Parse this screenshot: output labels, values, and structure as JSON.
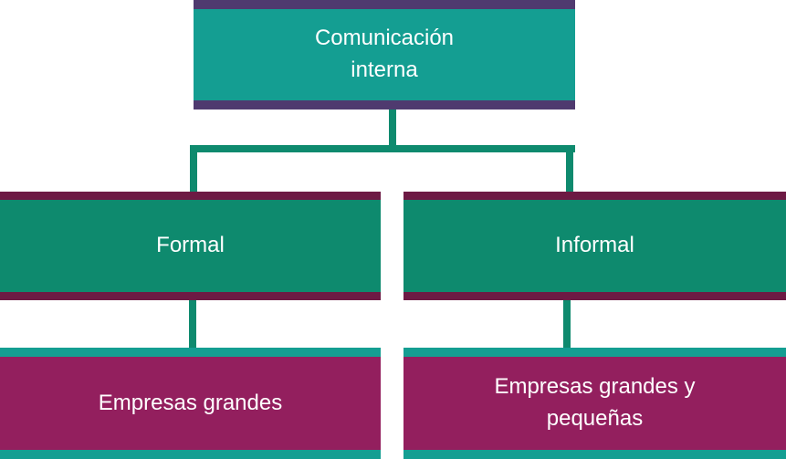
{
  "diagram": {
    "root": {
      "label": "Comunicación\ninterna"
    },
    "level1": [
      {
        "label": "Formal"
      },
      {
        "label": "Informal"
      }
    ],
    "level2": [
      {
        "label": "Empresas grandes"
      },
      {
        "label": "Empresas grandes y\npequeñas"
      }
    ]
  },
  "colors": {
    "root_fill": "#149e92",
    "root_border": "#4f3a6f",
    "level1_fill": "#0e8a6e",
    "level1_border": "#6d1a44",
    "level2_fill": "#931f5e",
    "level2_border": "#149e92",
    "connector": "#0e8a6e",
    "text": "#ffffff"
  }
}
